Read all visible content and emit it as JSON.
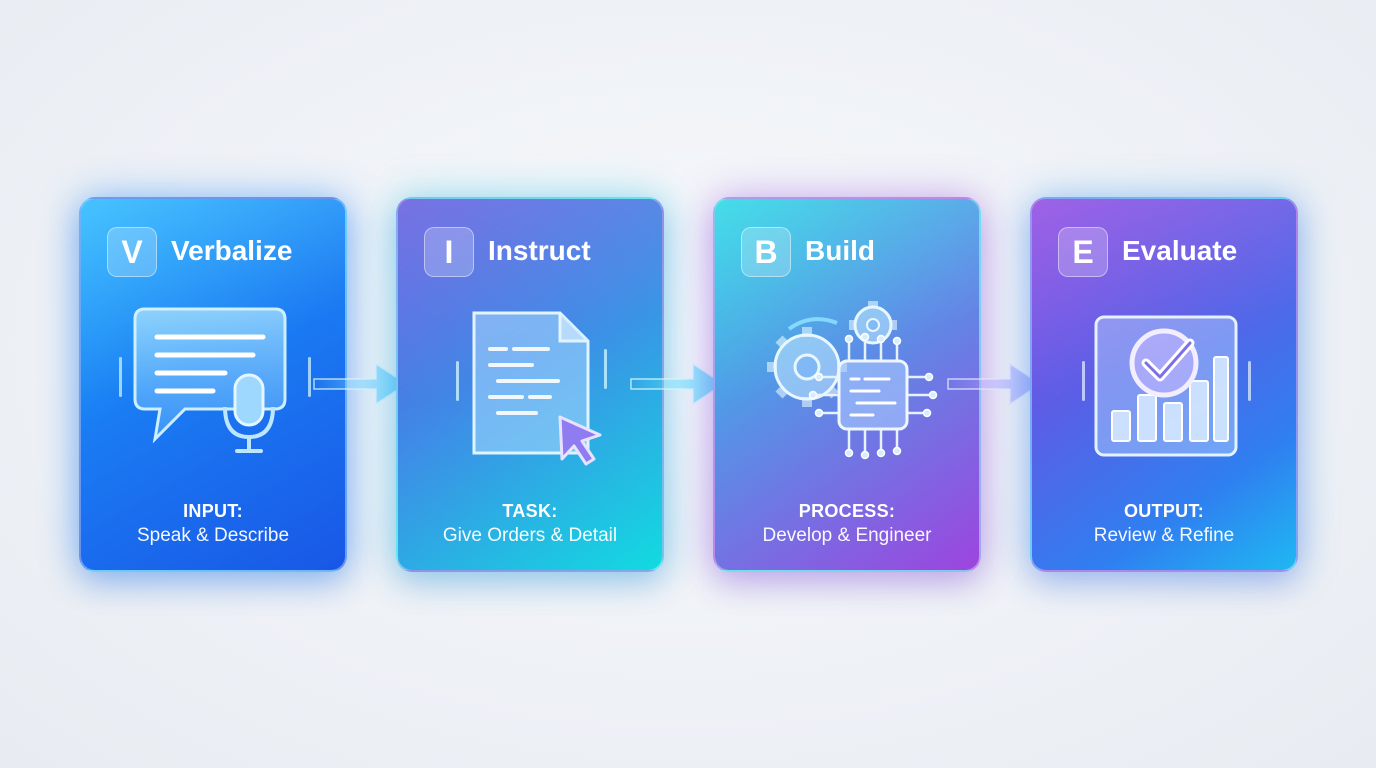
{
  "steps": [
    {
      "letter": "V",
      "title": "Verbalize",
      "label": "INPUT:",
      "desc": "Speak & Describe",
      "icon": "speech-bubble-microphone-icon"
    },
    {
      "letter": "I",
      "title": "Instruct",
      "label": "TASK:",
      "desc": "Give Orders & Detail",
      "icon": "document-cursor-icon"
    },
    {
      "letter": "B",
      "title": "Build",
      "label": "PROCESS:",
      "desc": "Develop & Engineer",
      "icon": "gears-chip-icon"
    },
    {
      "letter": "E",
      "title": "Evaluate",
      "label": "OUTPUT:",
      "desc": "Review & Refine",
      "icon": "checkmark-chart-icon"
    }
  ],
  "connectors": [
    "right-arrow-icon",
    "right-arrow-icon",
    "right-arrow-icon"
  ],
  "colors": {
    "verbalize": "#1a7cf3",
    "instruct": "#12dbe0",
    "build": "#9d44de",
    "evaluate": "#2f7ff0",
    "background": "#eef1f6"
  }
}
